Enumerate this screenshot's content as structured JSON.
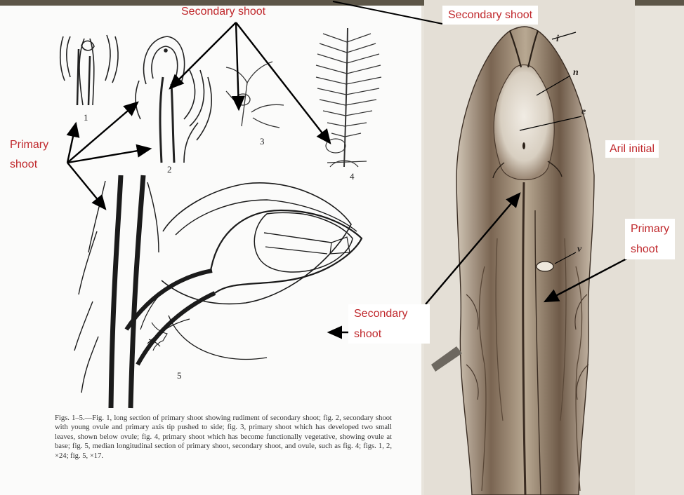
{
  "labels": {
    "secondary_top_left": "Secondary shoot",
    "secondary_top_right": "Secondary shoot",
    "primary_left_l1": "Primary",
    "primary_left_l2": "shoot",
    "secondary_mid_l1": "Secondary",
    "secondary_mid_l2": "shoot",
    "aril_initial": "Aril initial",
    "primary_right_l1": "Primary",
    "primary_right_l2": "shoot"
  },
  "figure_numbers": [
    "1",
    "2",
    "3",
    "4",
    "5"
  ],
  "drawing_letters": [
    "i",
    "n",
    "e",
    "v"
  ],
  "caption": "Figs. 1–5.—Fig. 1, long section of primary shoot showing rudiment of secondary shoot; fig. 2, secondary shoot with young ovule and primary axis tip pushed to side; fig. 3, primary shoot which has developed two small leaves, shown below ovule; fig. 4, primary shoot which has become functionally vegetative, showing ovule at base; fig. 5, median longitudinal section of primary shoot, secondary shoot, and ovule, such as fig. 4; figs. 1, 2, ×24; fig. 5, ×17.",
  "colors": {
    "label_red": "#c0282c",
    "ink": "#1b1b1b",
    "arrow": "#000000"
  }
}
